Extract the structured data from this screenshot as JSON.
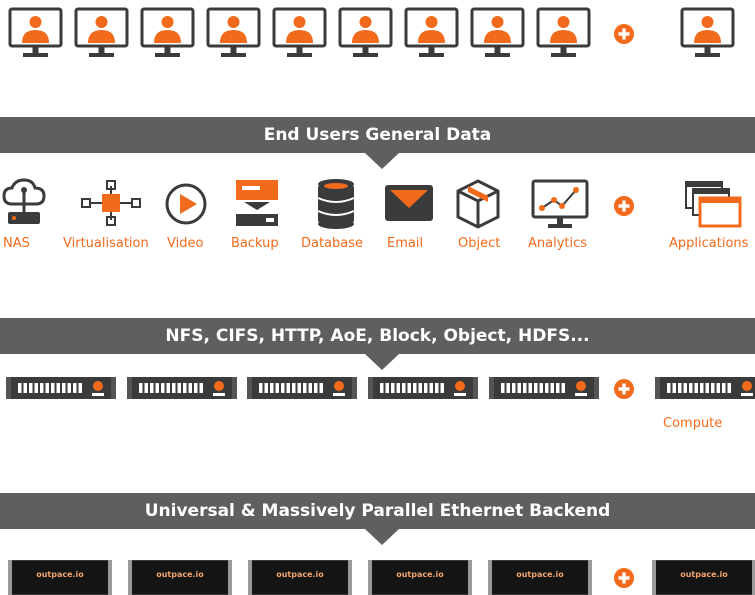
{
  "colors": {
    "accent": "#f26a1b",
    "dark": "#3b3b3b",
    "banner": "#5f5f5f",
    "box": "#141414"
  },
  "users": {
    "count": 9,
    "icon": "user-monitor-icon",
    "extra_icon": "user-monitor-icon"
  },
  "banners": {
    "users": "End Users General Data",
    "protocols": "NFS, CIFS, HTTP, AoE, Block, Object, HDFS...",
    "backend": "Universal & Massively Parallel Ethernet Backend"
  },
  "services": [
    {
      "label": "NAS",
      "icon": "cloud-nas-icon"
    },
    {
      "label": "Virtualisation",
      "icon": "network-nodes-icon"
    },
    {
      "label": "Video",
      "icon": "play-icon"
    },
    {
      "label": "Backup",
      "icon": "backup-icon"
    },
    {
      "label": "Database",
      "icon": "database-icon"
    },
    {
      "label": "Email",
      "icon": "envelope-icon"
    },
    {
      "label": "Object",
      "icon": "cube-icon"
    },
    {
      "label": "Analytics",
      "icon": "analytics-chart-icon"
    },
    {
      "label": "Applications",
      "icon": "stacked-windows-icon"
    }
  ],
  "compute": {
    "count": 5,
    "label": "Compute",
    "icon": "rack-server-icon"
  },
  "backend": {
    "count": 6,
    "brand": "outpace.io",
    "icon": "storage-box-icon"
  }
}
